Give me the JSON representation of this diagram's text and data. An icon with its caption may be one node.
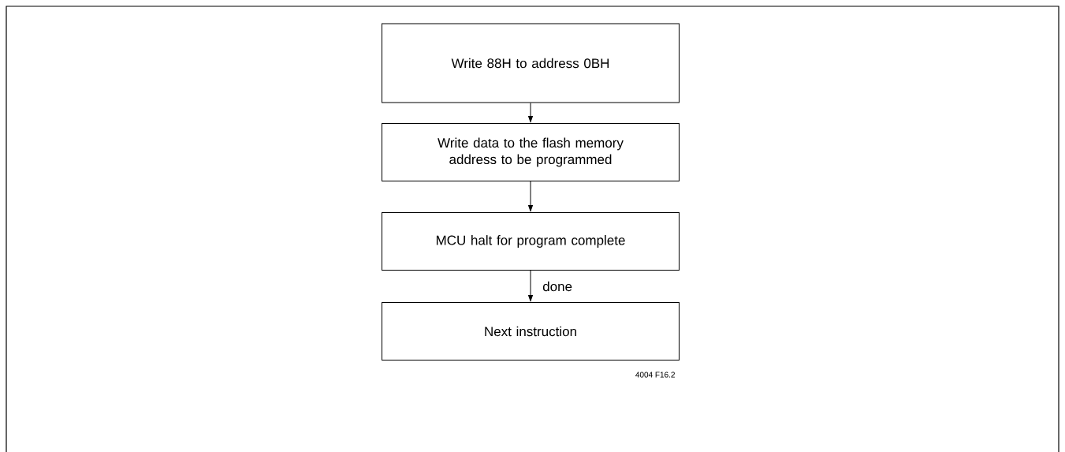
{
  "diagram": {
    "nodes": [
      {
        "text": [
          "Write 88H to address 0BH"
        ]
      },
      {
        "text": [
          "Write data to the flash memory address to be programmed"
        ]
      },
      {
        "text": [
          "MCU halt for program complete"
        ]
      },
      {
        "text": [
          "Next instruction"
        ]
      }
    ],
    "edges": [
      {
        "from": 0,
        "to": 1,
        "arrow": "to"
      },
      {
        "from": 1,
        "to": 2,
        "arrow": "to"
      },
      {
        "from": 2,
        "to": 3,
        "label": "done",
        "arrow": "to"
      }
    ],
    "labels": [
      "4004 F16.2"
    ]
  }
}
